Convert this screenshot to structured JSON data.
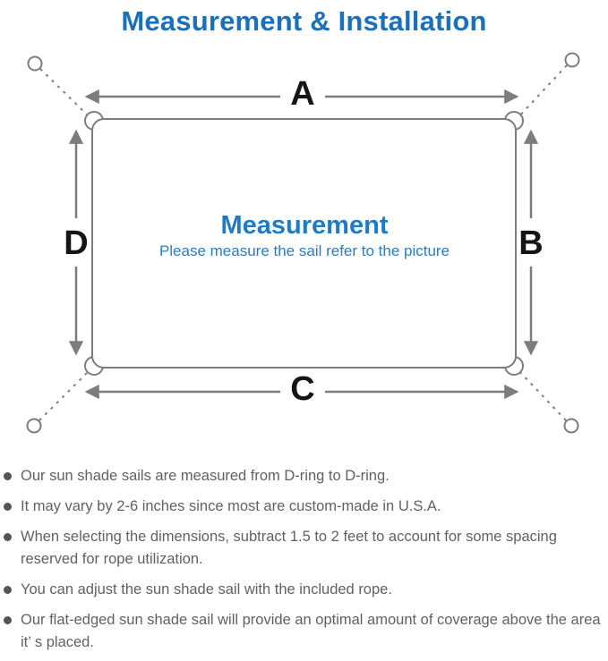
{
  "page": {
    "title": "Measurement & Installation"
  },
  "diagram": {
    "center": {
      "heading": "Measurement",
      "subtitle": "Please measure the sail refer to the picture"
    },
    "labels": {
      "top": "A",
      "right": "B",
      "bottom": "C",
      "left": "D"
    }
  },
  "notes": [
    "Our sun shade sails are measured from D-ring to D-ring.",
    "It may vary by 2-6 inches since most are custom-made in U.S.A.",
    "When selecting the dimensions, subtract 1.5 to 2 feet to account for some spacing reserved for rope utilization.",
    "You can adjust the sun shade sail with the included rope.",
    "Our flat-edged sun shade sail will provide an optimal amount of coverage above the area it’ s placed."
  ],
  "colors": {
    "title_blue": "#1a70ba",
    "center_heading_blue": "#1b7cc9",
    "center_subtitle_blue": "#2a7dc0",
    "line_gray": "#7d7d7d",
    "label_black": "#151515",
    "note_gray": "#616161"
  }
}
